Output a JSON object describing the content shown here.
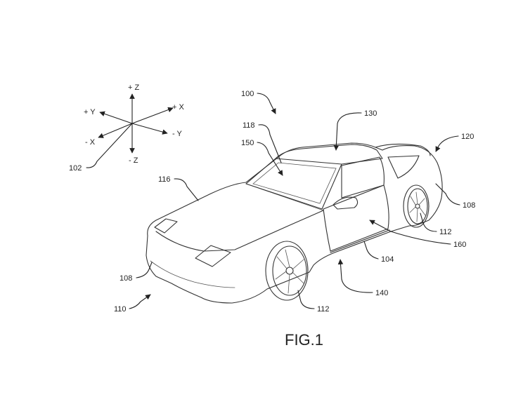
{
  "axes": {
    "pos_z": "+ Z",
    "neg_z": "- Z",
    "pos_x": "+ X",
    "neg_x": "- X",
    "pos_y": "+ Y",
    "neg_y": "- Y"
  },
  "reference_numerals": {
    "n100": "100",
    "n102": "102",
    "n104": "104",
    "n108_front": "108",
    "n108_rear": "108",
    "n110": "110",
    "n112_front": "112",
    "n112_rear": "112",
    "n116": "116",
    "n118": "118",
    "n120": "120",
    "n130": "130",
    "n140": "140",
    "n150": "150",
    "n160": "160"
  },
  "caption": "FIG.1"
}
